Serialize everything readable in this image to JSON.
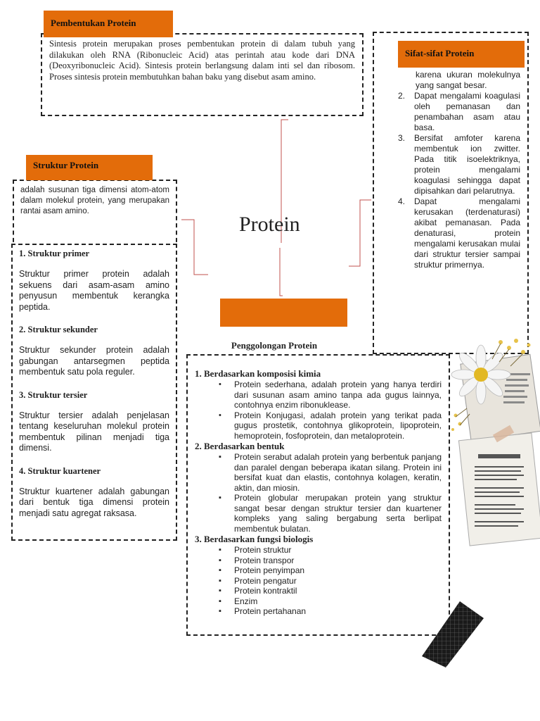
{
  "title": "Protein",
  "pembentukan": {
    "label": "Pembentukan Protein",
    "text": "Sintesis protein merupakan proses pembentukan protein di dalam tubuh yang dilakukan oleh RNA (Ribonucleic Acid) atas perintah atau kode dari DNA (Deoxyribonucleic Acid). Sintesis protein berlangsung dalam inti sel dan ribosom. Proses sintesis protein membutuhkan bahan baku yang disebut asam amino."
  },
  "sifat": {
    "label": "Sifat-sifat Protein",
    "items": [
      {
        "num": "",
        "text": "karena ukuran molekulnya yang sangat besar."
      },
      {
        "num": "2.",
        "text": "Dapat mengalami koagulasi oleh pemanasan dan penambahan asam atau basa."
      },
      {
        "num": "3.",
        "text": "Bersifat amfoter karena membentuk ion zwitter. Pada titik isoelektriknya, protein mengalami koagulasi sehingga dapat dipisahkan dari pelarutnya."
      },
      {
        "num": "4.",
        "text": "Dapat mengalami kerusakan (terdenaturasi) akibat pemanasan. Pada denaturasi, protein mengalami kerusakan mulai dari struktur tersier sampai struktur primernya."
      }
    ]
  },
  "struktur": {
    "label": "Struktur Protein",
    "intro": "adalah susunan tiga dimensi atom-atom dalam molekul protein, yang merupakan rantai asam amino.",
    "sections": [
      {
        "heading": "1. Struktur primer",
        "text": "Struktur primer protein adalah sekuens dari asam-asam amino penyusun membentuk kerangka peptida."
      },
      {
        "heading": "2. Struktur sekunder",
        "text": "Struktur sekunder protein adalah gabungan antarsegmen peptida membentuk satu pola reguler."
      },
      {
        "heading": "3. Struktur tersier",
        "text": "Struktur tersier adalah penjelasan tentang keseluruhan molekul protein membentuk pilinan menjadi tiga dimensi."
      },
      {
        "heading": "4. Struktur kuartener",
        "text": "Struktur kuartener adalah gabungan dari bentuk tiga dimensi protein menjadi satu agregat raksasa."
      }
    ]
  },
  "penggolongan": {
    "label": "Penggolongan Protein",
    "groups": [
      {
        "heading": "1. Berdasarkan komposisi kimia",
        "bullet": "•",
        "items": [
          "Protein sederhana, adalah protein yang hanya terdiri dari susunan asam amino tanpa ada gugus lainnya, contohnya enzim ribonuklease.",
          "Protein Konjugasi, adalah protein yang terikat pada gugus prostetik, contohnya glikoprotein, lipoprotein, hemoprotein, fosfoprotein, dan metaloprotein."
        ]
      },
      {
        "heading": "2. Berdasarkan bentuk",
        "bullet": "▪",
        "items": [
          "Protein serabut adalah protein yang berbentuk panjang dan paralel dengan beberapa ikatan silang. Protein ini bersifat kuat dan elastis, contohnya kolagen, keratin, aktin, dan miosin.",
          "Protein globular merupakan protein yang struktur sangat besar dengan struktur tersier dan kuartener kompleks yang saling bergabung serta berlipat membentuk bulatan."
        ]
      },
      {
        "heading": "3. Berdasarkan fungsi biologis",
        "bullet": "▪",
        "items": [
          "Protein struktur",
          "Protein transpor",
          "Protein penyimpan",
          "Protein pengatur",
          "Protein kontraktil",
          "Enzim",
          "Protein pertahanan"
        ]
      }
    ]
  },
  "colors": {
    "accent": "#e36c0a",
    "connector": "#c0504d",
    "border": "#222222"
  }
}
